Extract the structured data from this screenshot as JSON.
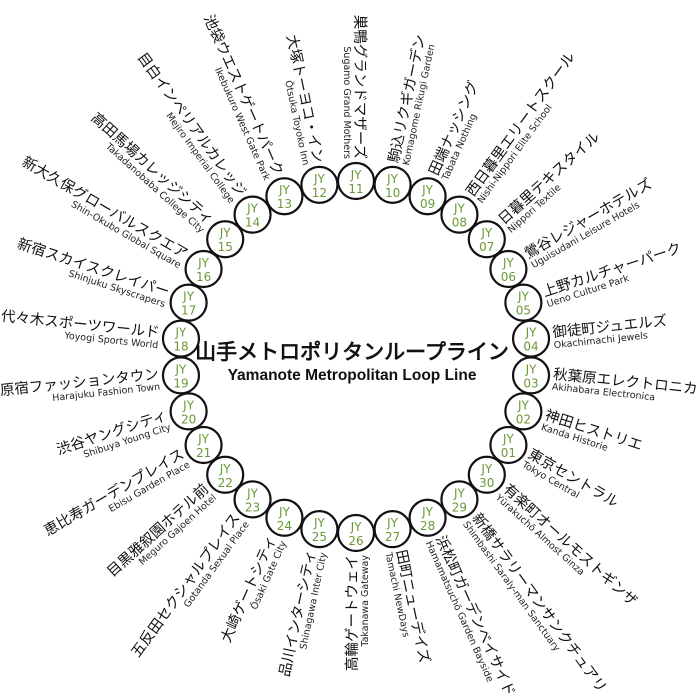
{
  "title": {
    "ja": "山手メトロポリタンループライン",
    "en": "Yamanote Metropolitan Loop Line"
  },
  "colors": {
    "line": "#79ab45",
    "code_text": "#6a9a36",
    "station_border": "#111111"
  },
  "stations": [
    {
      "line": "JY",
      "number": "01",
      "ja": "東京セントラル",
      "en": "Tokyo Central"
    },
    {
      "line": "JY",
      "number": "02",
      "ja": "神田ヒストリエ",
      "en": "Kanda Historie"
    },
    {
      "line": "JY",
      "number": "03",
      "ja": "秋葉原エレクトロニカ",
      "en": "Akihabara Electronica"
    },
    {
      "line": "JY",
      "number": "04",
      "ja": "御徒町ジュエルズ",
      "en": "Okachimachi Jewels"
    },
    {
      "line": "JY",
      "number": "05",
      "ja": "上野カルチャーパーク",
      "en": "Ueno Culture Park"
    },
    {
      "line": "JY",
      "number": "06",
      "ja": "鶯谷レジャーホテルズ",
      "en": "Uguisudani Leisure Hotels"
    },
    {
      "line": "JY",
      "number": "07",
      "ja": "日暮里テキスタイル",
      "en": "Nippori Textile"
    },
    {
      "line": "JY",
      "number": "08",
      "ja": "西日暮里エリートスクール",
      "en": "Nishi-Nippori Elite School"
    },
    {
      "line": "JY",
      "number": "09",
      "ja": "田端ナッシング",
      "en": "Tabata Nothing"
    },
    {
      "line": "JY",
      "number": "10",
      "ja": "駒込リクギガーデン",
      "en": "Komagome Rikugi Garden"
    },
    {
      "line": "JY",
      "number": "11",
      "ja": "巣鴨グランドマザーズ",
      "en": "Sugamo Grand Mothers"
    },
    {
      "line": "JY",
      "number": "12",
      "ja": "大塚トーヨコ・イン",
      "en": "Ōtsuka Toyoko Inn"
    },
    {
      "line": "JY",
      "number": "13",
      "ja": "池袋ウエストゲートパーク",
      "en": "Ikebukuro West Gate Park"
    },
    {
      "line": "JY",
      "number": "14",
      "ja": "目白インペリアルカレッジ",
      "en": "Mejiro Imperial College"
    },
    {
      "line": "JY",
      "number": "15",
      "ja": "高田馬場カレッジシティ",
      "en": "Takadanobaba College City"
    },
    {
      "line": "JY",
      "number": "16",
      "ja": "新大久保グローバルスクエア",
      "en": "Shin-Okubo Global Square"
    },
    {
      "line": "JY",
      "number": "17",
      "ja": "新宿スカイスクレイパー",
      "en": "Shinjuku Skyscrapers"
    },
    {
      "line": "JY",
      "number": "18",
      "ja": "代々木スポーツワールド",
      "en": "Yoyogi Sports World"
    },
    {
      "line": "JY",
      "number": "19",
      "ja": "原宿ファッションタウン",
      "en": "Harajuku Fashion Town"
    },
    {
      "line": "JY",
      "number": "20",
      "ja": "渋谷ヤングシティ",
      "en": "Shibuya Young City"
    },
    {
      "line": "JY",
      "number": "21",
      "ja": "恵比寿ガーデンプレイス",
      "en": "Ebisu Garden Place"
    },
    {
      "line": "JY",
      "number": "22",
      "ja": "目黒雅叙園ホテル前",
      "en": "Meguro Gajoen Hotel"
    },
    {
      "line": "JY",
      "number": "23",
      "ja": "五反田セクシャルプレイス",
      "en": "Gotanda Sexual Place"
    },
    {
      "line": "JY",
      "number": "24",
      "ja": "大崎ゲートシティ",
      "en": "Ōsaki Gate City"
    },
    {
      "line": "JY",
      "number": "25",
      "ja": "品川インターシティ",
      "en": "Shinagawa Inter City"
    },
    {
      "line": "JY",
      "number": "26",
      "ja": "高輪ゲートウェイ",
      "en": "Takanawa Gateway"
    },
    {
      "line": "JY",
      "number": "27",
      "ja": "田町ニューデイズ",
      "en": "Tamachi NewDays"
    },
    {
      "line": "JY",
      "number": "28",
      "ja": "浜松町ガーデンベイサイド",
      "en": "Hamamatsuchō Garden Bayside"
    },
    {
      "line": "JY",
      "number": "29",
      "ja": "新橋サラリーマンサンクチュアリ",
      "en": "Shimbashi Saraly-man Sanctuary"
    },
    {
      "line": "JY",
      "number": "30",
      "ja": "有楽町オールモストギンザ",
      "en": "Yūrakuchō Almost Ginza"
    }
  ]
}
